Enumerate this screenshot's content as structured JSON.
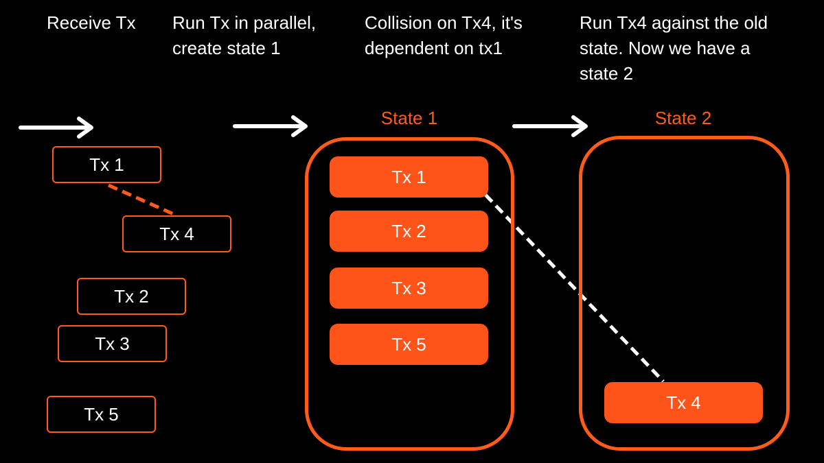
{
  "steps": {
    "receive": "Receive Tx",
    "parallel": "Run Tx in parallel,\ncreate state 1",
    "collision": "Collision on Tx4, it's\ndependent on tx1",
    "rerun": "Run Tx4 against the old\nstate. Now we have a\nstate 2"
  },
  "incoming": {
    "tx1": "Tx 1",
    "tx4": "Tx 4",
    "tx2": "Tx 2",
    "tx3": "Tx 3",
    "tx5": "Tx 5"
  },
  "state1": {
    "label": "State 1",
    "items": [
      "Tx 1",
      "Tx 2",
      "Tx 3",
      "Tx 5"
    ]
  },
  "state2": {
    "label": "State 2",
    "items": [
      "Tx 4"
    ]
  },
  "colors": {
    "accent": "#ff5419",
    "background": "#000000",
    "text": "#ffffff"
  }
}
